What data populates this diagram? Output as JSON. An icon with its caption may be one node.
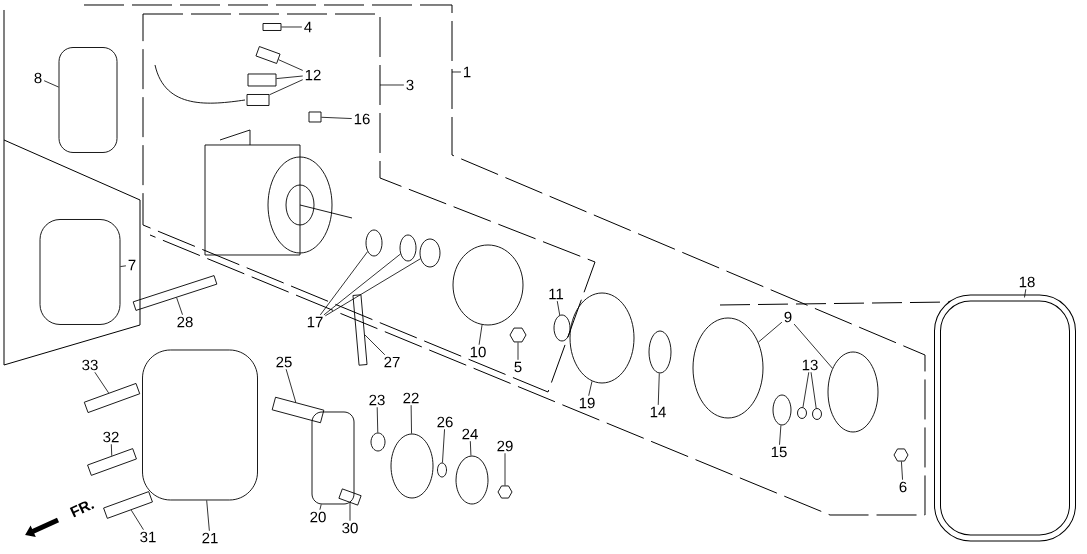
{
  "diagram": {
    "nodes": [
      {
        "text": [
          "4"
        ]
      },
      {
        "text": [
          "1"
        ]
      },
      {
        "text": [
          "12"
        ]
      },
      {
        "text": [
          "3"
        ]
      },
      {
        "text": [
          "8"
        ]
      },
      {
        "text": [
          "16"
        ]
      },
      {
        "text": [
          "7"
        ]
      },
      {
        "text": [
          "11"
        ]
      },
      {
        "text": [
          "18"
        ]
      },
      {
        "text": [
          "17"
        ]
      },
      {
        "text": [
          "28"
        ]
      },
      {
        "text": [
          "9"
        ]
      },
      {
        "text": [
          "10"
        ]
      },
      {
        "text": [
          "5"
        ]
      },
      {
        "text": [
          "13"
        ]
      },
      {
        "text": [
          "25"
        ]
      },
      {
        "text": [
          "27"
        ]
      },
      {
        "text": [
          "33"
        ]
      },
      {
        "text": [
          "23"
        ]
      },
      {
        "text": [
          "22"
        ]
      },
      {
        "text": [
          "19"
        ]
      },
      {
        "text": [
          "14"
        ]
      },
      {
        "text": [
          "26"
        ]
      },
      {
        "text": [
          "32"
        ]
      },
      {
        "text": [
          "24"
        ]
      },
      {
        "text": [
          "29"
        ]
      },
      {
        "text": [
          "15"
        ]
      },
      {
        "text": [
          "6"
        ]
      },
      {
        "text": [
          "20"
        ]
      },
      {
        "text": [
          "30"
        ]
      },
      {
        "text": [
          "31"
        ]
      },
      {
        "text": [
          "21"
        ]
      },
      {
        "text": [],
        "shape": "box"
      },
      {
        "text": [],
        "shape": "box"
      },
      {
        "text": [],
        "shape": "box"
      },
      {
        "text": [],
        "shape": "box"
      },
      {
        "text": [],
        "shape": "box"
      },
      {
        "text": [],
        "shape": "box"
      },
      {
        "text": [],
        "shape": "box"
      },
      {
        "text": [],
        "shape": "box"
      },
      {
        "text": [],
        "shape": "box"
      },
      {
        "text": [],
        "shape": "box"
      },
      {
        "text": [],
        "shape": "box"
      },
      {
        "text": [],
        "shape": "box"
      },
      {
        "text": [],
        "shape": "box"
      },
      {
        "text": [],
        "shape": "box"
      },
      {
        "text": [],
        "shape": "box"
      },
      {
        "text": [],
        "shape": "box"
      },
      {
        "text": [],
        "shape": "ellipse"
      },
      {
        "text": [],
        "shape": "ellipse"
      },
      {
        "text": [],
        "shape": "ellipse"
      },
      {
        "text": [],
        "shape": "ellipse"
      },
      {
        "text": [],
        "shape": "ellipse"
      },
      {
        "text": [],
        "shape": "ellipse"
      },
      {
        "text": [],
        "shape": "ellipse"
      },
      {
        "text": [],
        "shape": "hexagon"
      },
      {
        "text": [],
        "shape": "ellipse"
      },
      {
        "text": [],
        "shape": "hexagon"
      },
      {
        "text": [],
        "shape": "ellipse"
      },
      {
        "text": [],
        "shape": "ellipse"
      },
      {
        "text": [],
        "shape": "ellipse"
      },
      {
        "text": [],
        "shape": "ellipse"
      },
      {
        "text": [],
        "shape": "ellipse"
      },
      {
        "text": [],
        "shape": "ellipse"
      },
      {
        "text": [],
        "shape": "ellipse"
      },
      {
        "text": [],
        "shape": "ellipse"
      },
      {
        "text": [],
        "shape": "hexagon"
      },
      {
        "text": [],
        "shape": "box"
      }
    ],
    "edges": [
      {
        "from": 0,
        "to": 42,
        "arrow": "none"
      },
      {
        "from": 1,
        "to": null,
        "arrow": "none"
      },
      {
        "from": 2,
        "to": 39,
        "arrow": "none"
      },
      {
        "from": 2,
        "to": 40,
        "arrow": "none"
      },
      {
        "from": 2,
        "to": 41,
        "arrow": "none"
      },
      {
        "from": 3,
        "to": null,
        "arrow": "none"
      },
      {
        "from": 4,
        "to": 32,
        "arrow": "none"
      },
      {
        "from": 5,
        "to": 43,
        "arrow": "none"
      },
      {
        "from": 6,
        "to": 33,
        "arrow": "none"
      },
      {
        "from": 7,
        "to": 58,
        "arrow": "none"
      },
      {
        "from": 8,
        "to": 67,
        "arrow": "none"
      },
      {
        "from": 9,
        "to": 48,
        "arrow": "none"
      },
      {
        "from": 9,
        "to": 49,
        "arrow": "none"
      },
      {
        "from": 9,
        "to": 50,
        "arrow": "none"
      },
      {
        "from": 10,
        "to": 38,
        "arrow": "none"
      },
      {
        "from": 11,
        "to": 61,
        "arrow": "none"
      },
      {
        "from": 11,
        "to": 65,
        "arrow": "none"
      },
      {
        "from": 12,
        "to": 56,
        "arrow": "none"
      },
      {
        "from": 13,
        "to": 57,
        "arrow": "none"
      },
      {
        "from": 14,
        "to": 63,
        "arrow": "none"
      },
      {
        "from": 14,
        "to": 64,
        "arrow": "none"
      },
      {
        "from": 15,
        "to": 44,
        "arrow": "none"
      },
      {
        "from": 16,
        "to": 47,
        "arrow": "none"
      },
      {
        "from": 17,
        "to": 35,
        "arrow": "none"
      },
      {
        "from": 18,
        "to": 51,
        "arrow": "none"
      },
      {
        "from": 19,
        "to": 52,
        "arrow": "none"
      },
      {
        "from": 20,
        "to": 59,
        "arrow": "none"
      },
      {
        "from": 21,
        "to": 60,
        "arrow": "none"
      },
      {
        "from": 22,
        "to": 53,
        "arrow": "none"
      },
      {
        "from": 23,
        "to": 36,
        "arrow": "none"
      },
      {
        "from": 24,
        "to": 54,
        "arrow": "none"
      },
      {
        "from": 25,
        "to": 55,
        "arrow": "none"
      },
      {
        "from": 26,
        "to": 62,
        "arrow": "none"
      },
      {
        "from": 27,
        "to": 66,
        "arrow": "none"
      },
      {
        "from": 28,
        "to": 45,
        "arrow": "none"
      },
      {
        "from": 29,
        "to": 46,
        "arrow": "none"
      },
      {
        "from": 30,
        "to": 37,
        "arrow": "none"
      },
      {
        "from": 31,
        "to": 34,
        "arrow": "none"
      }
    ],
    "labels": [
      "FR."
    ]
  }
}
